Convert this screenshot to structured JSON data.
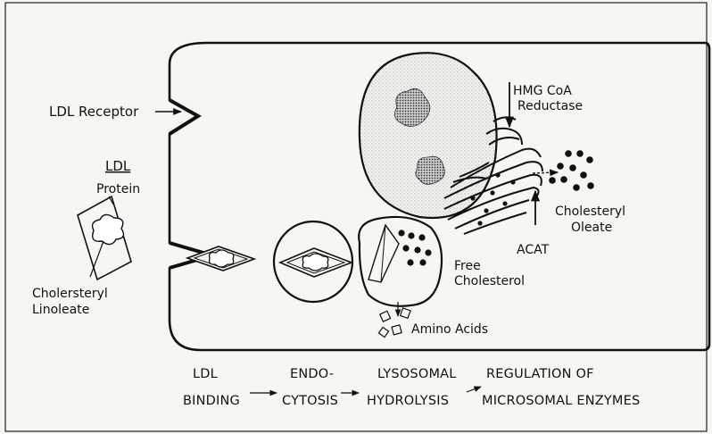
{
  "labels": {
    "ldl_receptor": "LDL Receptor",
    "ldl": "LDL",
    "protein": "Protein",
    "cholesteryl_linoleate_1": "Cholersteryl",
    "cholesteryl_linoleate_2": "Linoleate",
    "hmg_1": "HMG CoA",
    "hmg_2": "Reductase",
    "cholesteryl_oleate_1": "Cholesteryl",
    "cholesteryl_oleate_2": "Oleate",
    "acat": "ACAT",
    "free_cholesterol_1": "Free",
    "free_cholesterol_2": "Cholesterol",
    "amino_acids": "Amino Acids"
  },
  "steps": [
    {
      "line1": "LDL",
      "line2": "BINDING"
    },
    {
      "line1": "ENDO-",
      "line2": "CYTOSIS"
    },
    {
      "line1": "LYSOSOMAL",
      "line2": "HYDROLYSIS"
    },
    {
      "line1": "REGULATION OF",
      "line2": "MICROSOMAL ENZYMES"
    }
  ],
  "colors": {
    "ink": "#111111",
    "paper": "#f6f6f3",
    "stipple": "#7a7a7a"
  }
}
